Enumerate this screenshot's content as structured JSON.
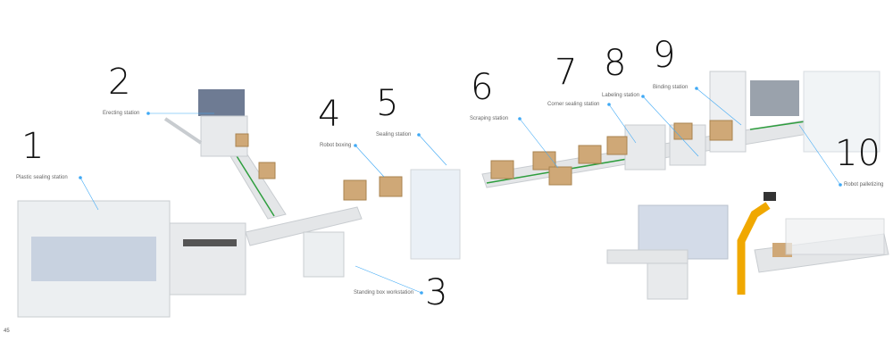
{
  "stations": [
    {
      "number": "1",
      "label": "Plastic sealing station"
    },
    {
      "number": "2",
      "label": "Erecting station"
    },
    {
      "number": "3",
      "label": "Standing box workstation"
    },
    {
      "number": "4",
      "label": "Robot boxing"
    },
    {
      "number": "5",
      "label": "Sealing station"
    },
    {
      "number": "6",
      "label": "Scraping station"
    },
    {
      "number": "7",
      "label": "Corner sealing station"
    },
    {
      "number": "8",
      "label": "Labeling station"
    },
    {
      "number": "9",
      "label": "Binding station"
    },
    {
      "number": "10",
      "label": "Robot palletizing"
    }
  ],
  "page_number": "45",
  "colors": {
    "leader": "#3fa9f5",
    "conveyor": "#e4e6e8",
    "belt": "#2e9e3e",
    "box": "#cfa877",
    "robot": "#f0a800"
  }
}
